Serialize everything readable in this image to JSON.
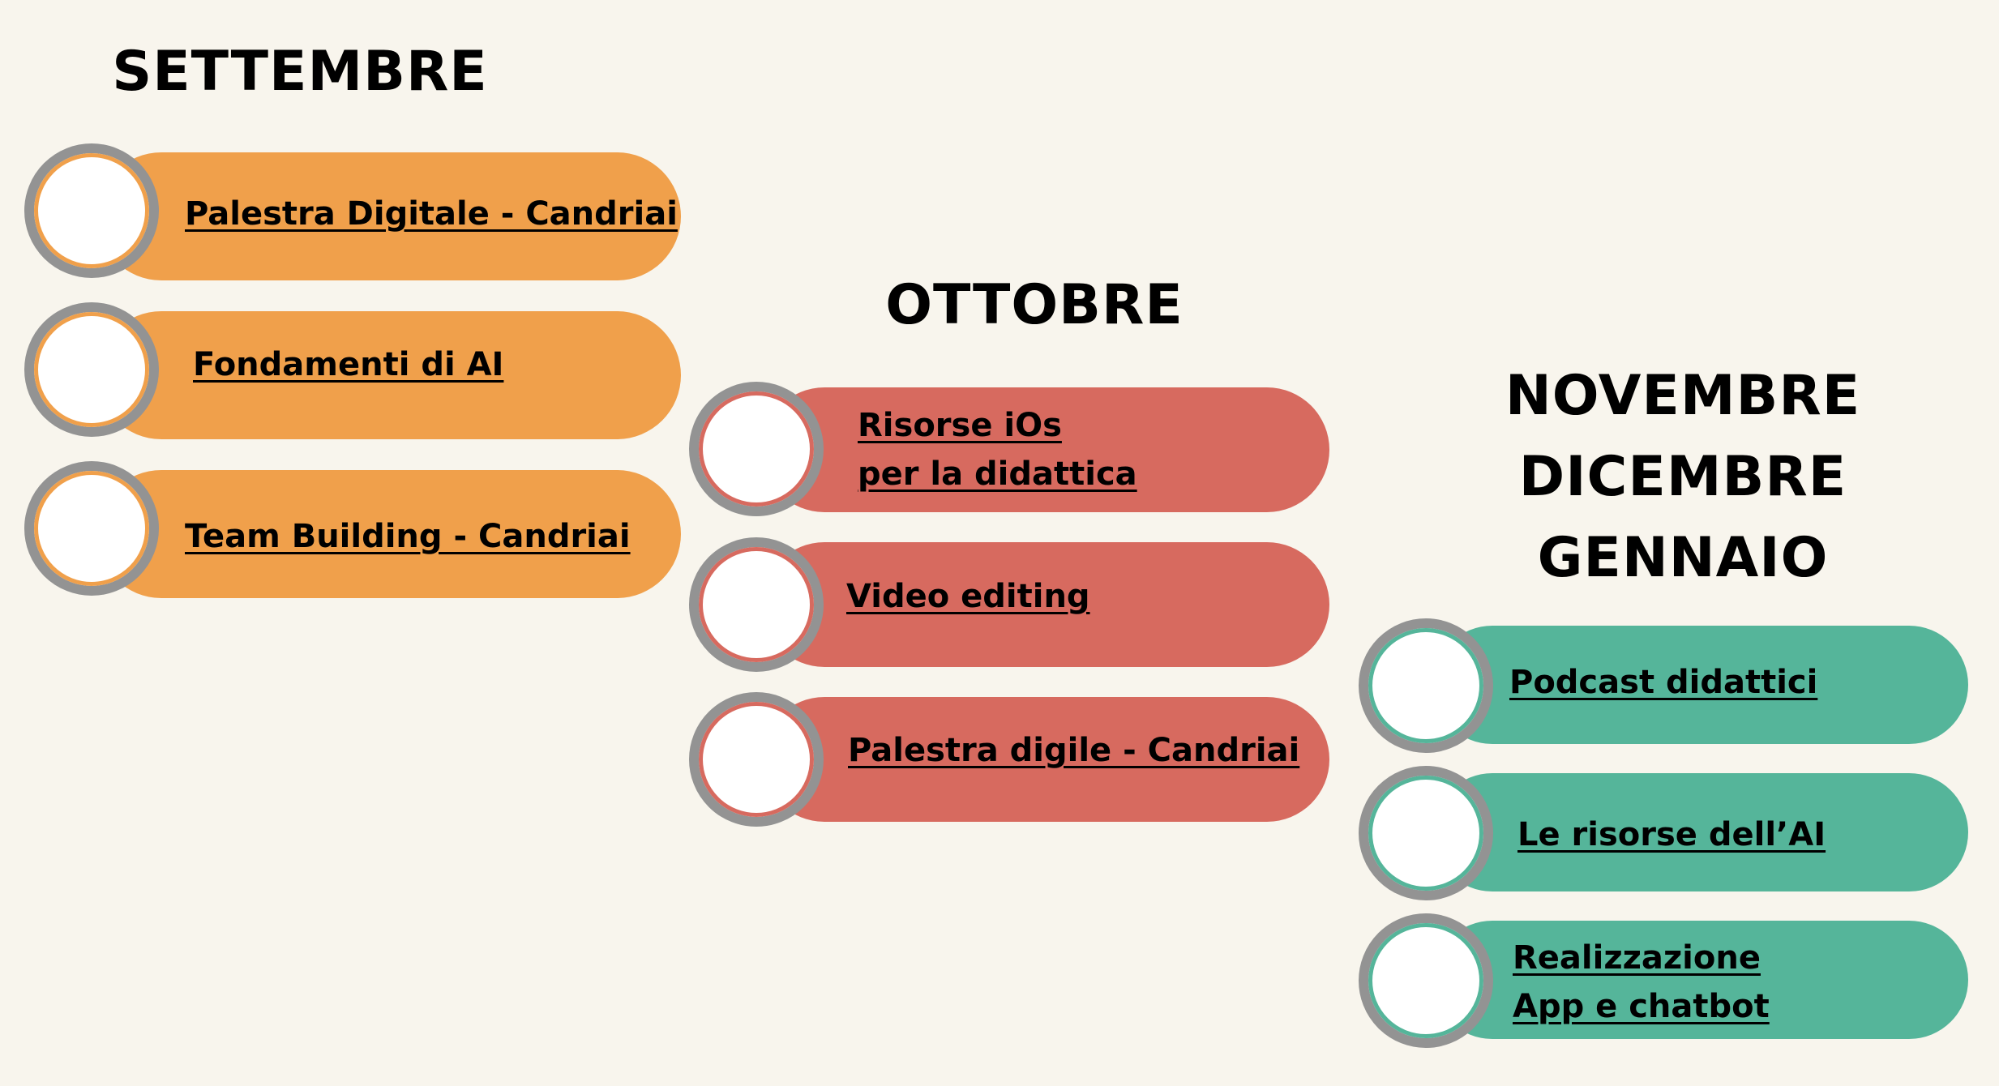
{
  "colors": {
    "background": "#f8f5ed",
    "september": "#f0a04b",
    "october": "#d76a5f",
    "winter": "#55b59a",
    "circle_outline": "#939393"
  },
  "columns": [
    {
      "heading": "SETTEMBRE",
      "items": [
        {
          "lines": [
            "Palestra Digitale - Candriai"
          ]
        },
        {
          "lines": [
            "Fondamenti di AI"
          ]
        },
        {
          "lines": [
            "Team Building - Candriai"
          ]
        }
      ]
    },
    {
      "heading": "OTTOBRE",
      "items": [
        {
          "lines": [
            "Risorse iOs",
            "per la didattica"
          ]
        },
        {
          "lines": [
            "Video editing"
          ]
        },
        {
          "lines": [
            "Palestra digile - Candriai"
          ]
        }
      ]
    },
    {
      "heading_lines": [
        "NOVEMBRE",
        "DICEMBRE",
        "GENNAIO"
      ],
      "items": [
        {
          "lines": [
            "Podcast didattici"
          ]
        },
        {
          "lines": [
            "Le risorse dell’AI"
          ]
        },
        {
          "lines": [
            "Realizzazione",
            "App e chatbot"
          ]
        }
      ]
    }
  ]
}
